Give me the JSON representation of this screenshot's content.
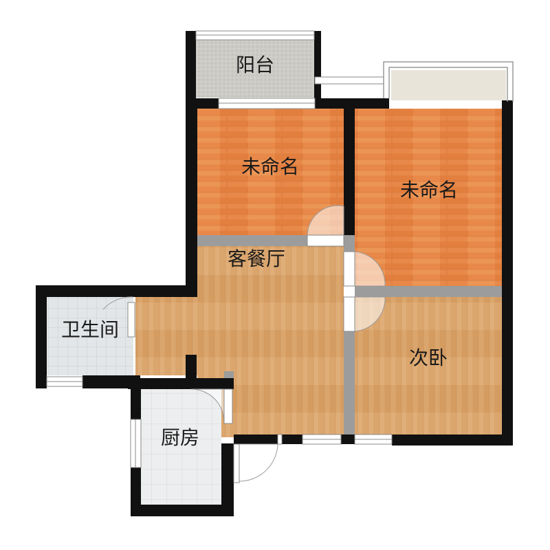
{
  "rooms": {
    "balcony": "阳台",
    "bedroom_a": "未命名",
    "bedroom_b": "未命名",
    "living_dining": "客餐厅",
    "bathroom": "卫生间",
    "secondary_bedroom": "次卧",
    "kitchen": "厨房"
  },
  "colors": {
    "wall": "#111111",
    "partition": "#9a9a9a",
    "wood_orange": "#e58a4b",
    "wood_tan": "#d8a56c",
    "tile_grey": "#cfcfcf",
    "tile_light": "#e6e8ea",
    "balcony_beige": "#e8e4da"
  }
}
